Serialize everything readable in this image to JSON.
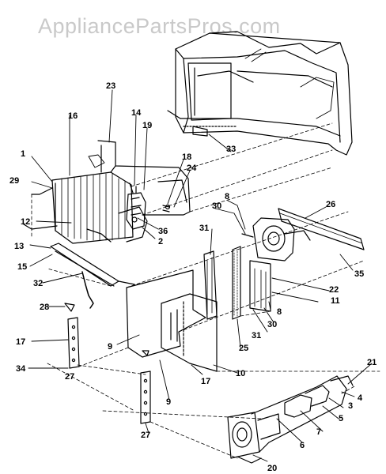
{
  "watermark": "AppliancePartsPros.com",
  "callouts": [
    "1",
    "2",
    "3",
    "4",
    "5",
    "6",
    "7",
    "8",
    "9",
    "10",
    "11",
    "12",
    "13",
    "14",
    "15",
    "16",
    "17",
    "18",
    "19",
    "20",
    "21",
    "22",
    "23",
    "24",
    "25",
    "26",
    "27",
    "28",
    "29",
    "30",
    "31",
    "32",
    "33",
    "34",
    "35",
    "36"
  ]
}
